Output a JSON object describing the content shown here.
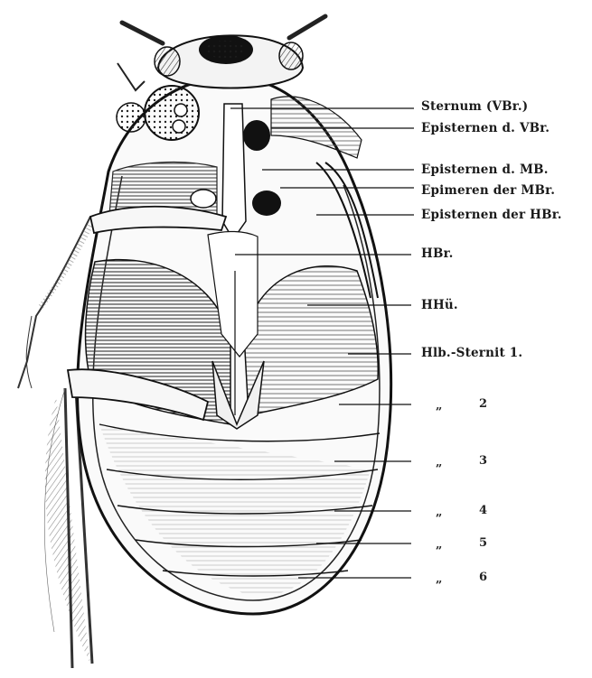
{
  "labels": {
    "sternum": "Sternum (VBr.)",
    "episternen_vbr": "Episternen d. VBr.",
    "episternen_mb": "Episternen d. MB.",
    "epimeren_mbr": "Epimeren der MBr.",
    "episternen_hbr": "Episternen der HBr.",
    "hbr": "HBr.",
    "hhu": "HHü.",
    "sternit1": "Hlb.-Sternit 1."
  },
  "segments": [
    {
      "ditto": "„",
      "num": "2"
    },
    {
      "ditto": "„",
      "num": "3"
    },
    {
      "ditto": "„",
      "num": "4"
    },
    {
      "ditto": "„",
      "num": "5"
    },
    {
      "ditto": "„",
      "num": "6"
    }
  ],
  "colors": {
    "ink": "#1a1a1a",
    "paper": "#ffffff",
    "shade": "#555555"
  }
}
